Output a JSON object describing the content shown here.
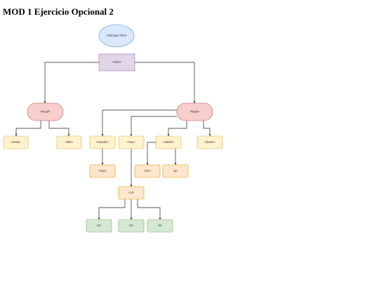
{
  "title": "MOD 1 Ejercicio Opcional 2",
  "colors": {
    "ellipse_fill": "#dae8fc",
    "ellipse_stroke": "#6c8ebf",
    "html_fill": "#e1d5e7",
    "html_stroke": "#9673a6",
    "pill_fill": "#f8cecc",
    "pill_stroke": "#b85450",
    "yellow_fill": "#fff2cc",
    "yellow_stroke": "#d6b656",
    "orange_fill": "#ffe6cc",
    "orange_stroke": "#d79b00",
    "green_fill": "#d5e8d4",
    "green_stroke": "#82b366"
  },
  "nodes": {
    "doctype": "<!doctype html>",
    "html": "<html>",
    "head": "<head>",
    "body": "<body>",
    "meta": "<meta>",
    "title": "<title>",
    "header": "<header>",
    "nav": "<nav>",
    "article": "<article>",
    "footer": "<footer>",
    "img": "<img>",
    "h1": "<h1>",
    "p": "<p>",
    "ul": "<ul>",
    "li1": "<li>",
    "li2": "<li>",
    "li3": "<li>"
  }
}
